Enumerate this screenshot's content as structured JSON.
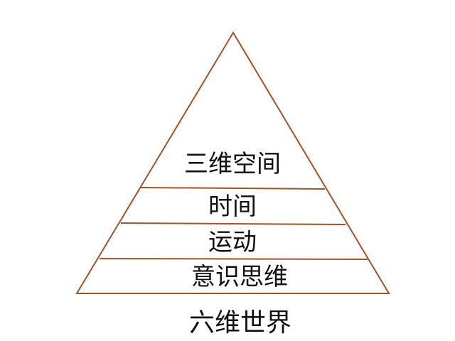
{
  "colors": {
    "outline": "#a0522d",
    "text": "#111111",
    "background": "#ffffff"
  },
  "pyramid": {
    "levels_top_to_bottom": [
      {
        "label": "三维空间"
      },
      {
        "label": "时间"
      },
      {
        "label": "运动"
      },
      {
        "label": "意识思维"
      }
    ]
  },
  "caption": "六维世界"
}
